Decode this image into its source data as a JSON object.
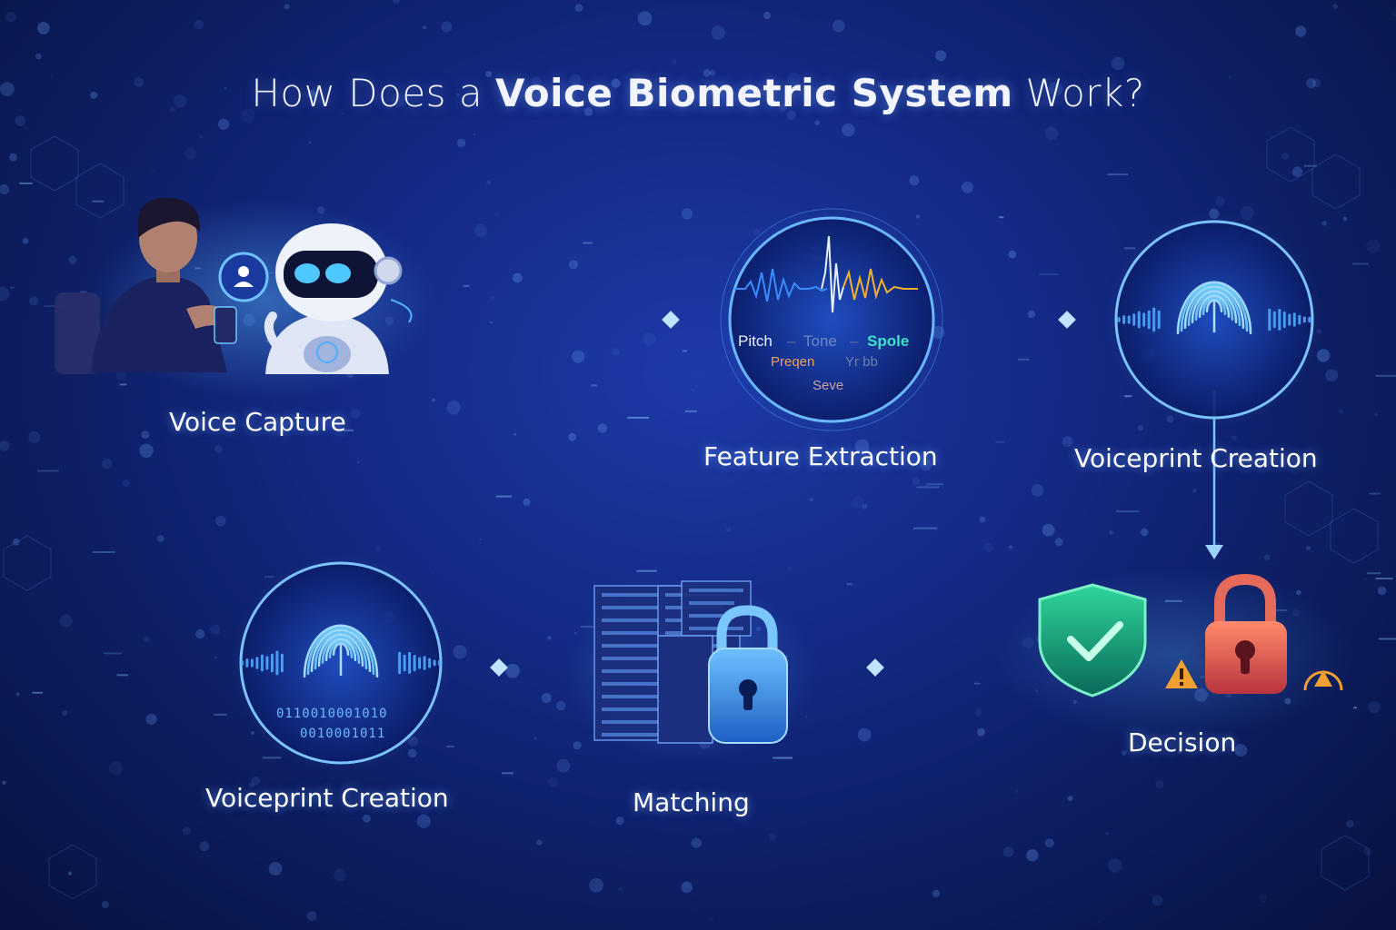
{
  "title": {
    "part1": "How Does a ",
    "part2": "Voice Biometric System",
    "part3": " Work?"
  },
  "steps": {
    "voice_capture": "Voice Capture",
    "feature_extraction": "Feature Extraction",
    "voiceprint_creation_top": "Voiceprint Creation",
    "decision": "Decision",
    "matching": "Matching",
    "voiceprint_creation_bottom": "Voiceprint Creation"
  },
  "features": {
    "pitch": "Pitch",
    "tone": "Tone",
    "spole": "Spole",
    "preqen": "Preqen",
    "yr_bb": "Yr bb",
    "seve": "Seve"
  },
  "binary_rows": [
    "0110010001010",
    "0010001011"
  ],
  "colors": {
    "accent": "#5ab4ff",
    "shield": "#1fb98a",
    "lock_red": "#e0564a",
    "warning": "#f0a030"
  }
}
